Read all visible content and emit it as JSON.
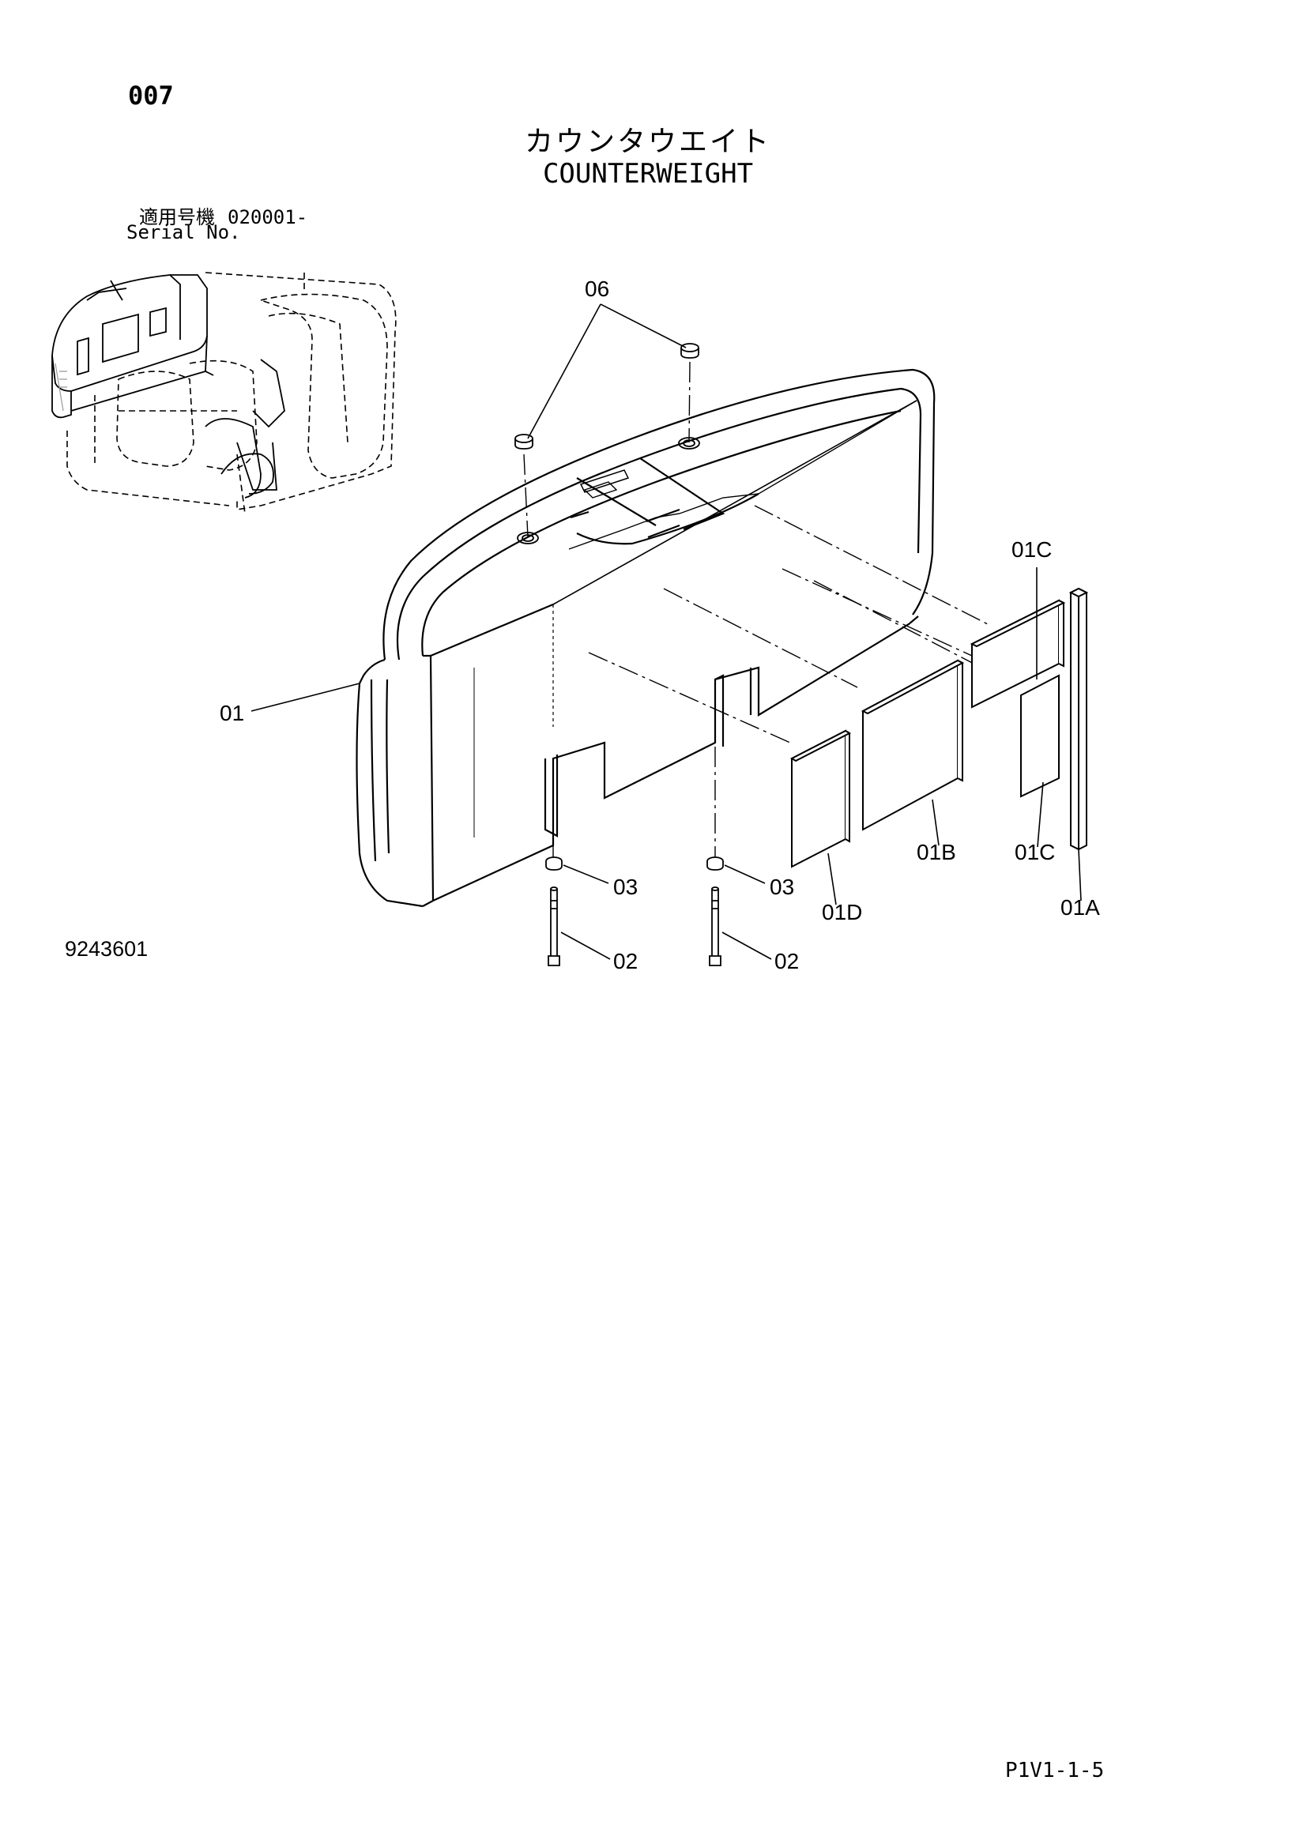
{
  "header": {
    "page_code": "007",
    "title_jp": "カウンタウエイト",
    "title_en": "COUNTERWEIGHT",
    "serial_label_jp": "適用号機",
    "serial_number": "020001-",
    "serial_label_en": "Serial No."
  },
  "footer": {
    "drawing_number": "9243601",
    "page_reference": "P1V1-1-5"
  },
  "callouts": {
    "c01": "01",
    "c01a": "01A",
    "c01b": "01B",
    "c01c_top": "01C",
    "c01c_bottom": "01C",
    "c01d": "01D",
    "c02_left": "02",
    "c02_right": "02",
    "c03_left": "03",
    "c03_right": "03",
    "c06": "06"
  }
}
